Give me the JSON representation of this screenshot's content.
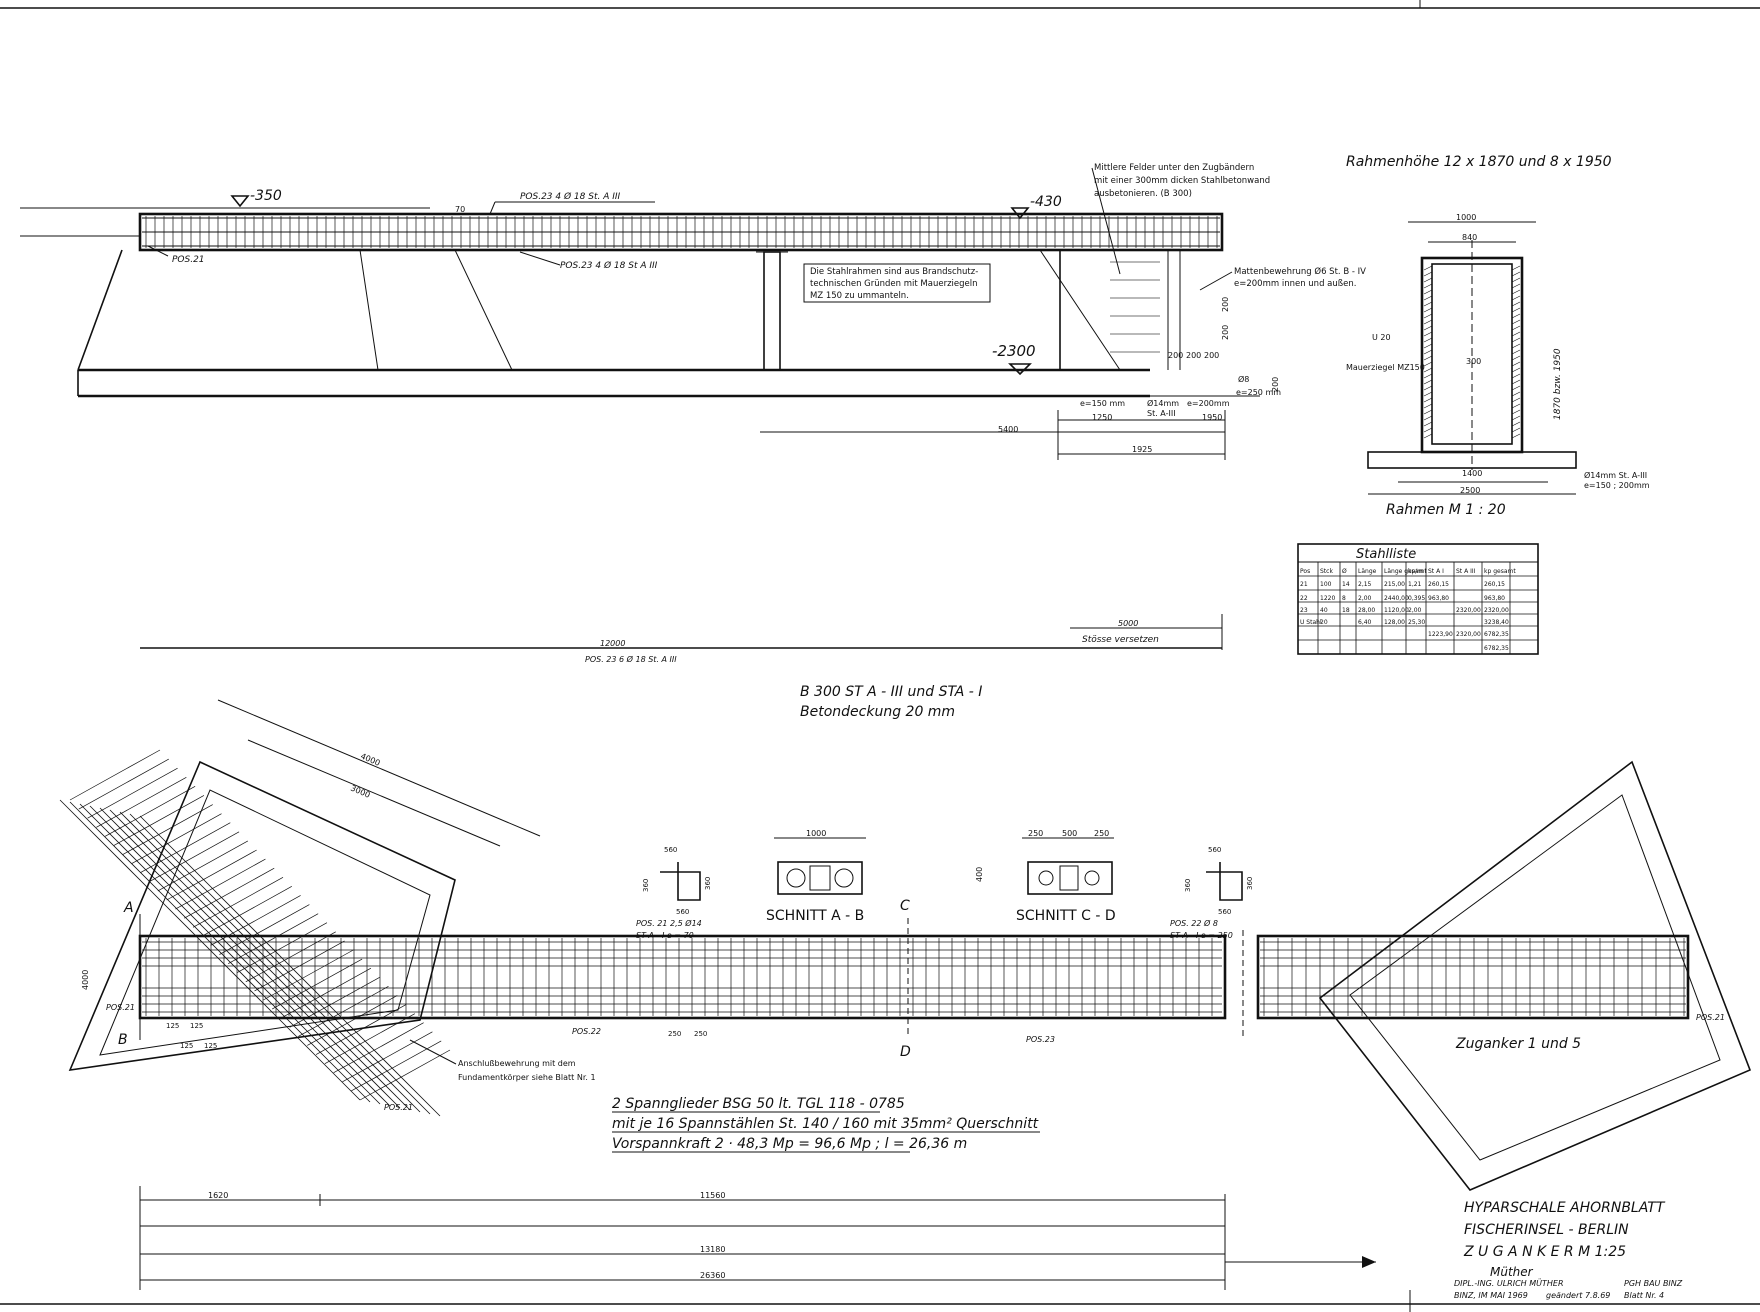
{
  "elevation": {
    "levels": [
      "-350",
      "-430",
      "-2300"
    ],
    "rebar_top": "POS.23   4 Ø 18   St. A III",
    "rebar_mid": "POS.23   4 Ø 18   St A III",
    "pos21": "POS.21",
    "dim_small": "70",
    "note_stahlrahmen": [
      "Die Stahlrahmen sind aus Brandschutz-",
      "technischen Gründen mit Mauerziegeln",
      "MZ 150 zu ummanteln."
    ],
    "note_felder": [
      "Mittlere Felder unter den Zugbändern",
      "mit einer 300mm dicken Stahlbetonwand",
      "ausbetonieren. (B 300)"
    ],
    "note_matten": [
      "Mattenbewehrung Ø6 St. B - IV",
      "e=200mm innen und außen."
    ],
    "dims_wall": [
      "200",
      "200",
      "200",
      "200",
      "200",
      "200"
    ],
    "bar_spec": [
      "e=150 mm",
      "Ø14mm",
      "e=200mm",
      "St. A-III",
      "Ø8",
      "e=250 mm"
    ],
    "dims_bottom": [
      "1250",
      "1950",
      "5400",
      "1925",
      "200"
    ],
    "dims_long": [
      "12000",
      "5000"
    ],
    "stoesse": "Stösse   versetzen",
    "pos23_long": "POS. 23   6 Ø 18   St. A III"
  },
  "rahmen": {
    "heading": "Rahmenhöhe  12 x 1870 und  8 x 1950",
    "dims": [
      "1000",
      "840",
      "1400",
      "2500",
      "300",
      "1870  bzw.  1950"
    ],
    "labels": [
      "U 20",
      "Mauerziegel MZ150"
    ],
    "rebar": [
      "Ø14mm  St. A-III",
      "e=150 ; 200mm"
    ],
    "title": "Rahmen   M   1 : 20"
  },
  "stahlliste": {
    "title": "Stahlliste",
    "headers": [
      "Pos",
      "Stck",
      "Ø",
      "Länge",
      "Länge gesamt",
      "kp/m",
      "St A I",
      "St A III",
      "kp gesamt"
    ],
    "rows": [
      [
        "21",
        "100",
        "14",
        "2,15",
        "215,00",
        "1,21",
        "260,15",
        "",
        "260,15"
      ],
      [
        "22",
        "1220",
        "8",
        "2,00",
        "2440,00",
        "0,395",
        "963,80",
        "",
        "963,80"
      ],
      [
        "23",
        "40",
        "18",
        "28,00",
        "1120,00",
        "2,00",
        "",
        "2320,00",
        "2320,00"
      ],
      [
        "U Stahl",
        "20",
        "",
        "6,40",
        "128,00",
        "25,30",
        "",
        "",
        "3238,40"
      ],
      [
        "",
        "",
        "",
        "",
        "",
        "",
        "1223,90",
        "2320,00",
        "6782,35"
      ],
      [
        "",
        "",
        "",
        "",
        "",
        "",
        "",
        "",
        "6782,35"
      ]
    ]
  },
  "concrete_notes": [
    "B 300   ST A - III  und  STA - I",
    "Betondeckung   20 mm"
  ],
  "plan": {
    "dims_diag": [
      "4000",
      "3000"
    ],
    "dim_side": "4000",
    "labels": [
      "A",
      "B",
      "C",
      "D",
      "POS.21",
      "POS.22",
      "POS.23",
      "POS.21"
    ],
    "small_dims": [
      "125",
      "125",
      "125",
      "125",
      "250",
      "250"
    ],
    "anschluss": [
      "Anschlußbewehrung mit dem",
      "Fundamentkörper siehe Blatt Nr. 1"
    ],
    "detail_left": [
      "560",
      "360",
      "560",
      "360",
      "POS. 21   2,5  Ø14",
      "ST A - I    e = 70"
    ],
    "detail_right": [
      "560",
      "360",
      "560",
      "360",
      "POS. 22   Ø 8",
      "ST A - I  e = 250"
    ],
    "schnitt_ab": "SCHNITT   A - B",
    "schnitt_cd": "SCHNITT   C - D",
    "schnitt_ab_dim": "1000",
    "schnitt_cd_dims": [
      "250",
      "500",
      "250"
    ],
    "schnitt_cd_side": "400",
    "zuganker_label": "Zuganker   1 und 5",
    "spann": [
      "2 Spannglieder  BSG 50  lt. TGL  118 - 0785",
      "mit je  16 Spannstählen  St. 140 / 160  mit 35mm² Querschnitt",
      "Vorspannkraft   2 · 48,3 Mp = 96,6 Mp ; l = 26,36 m"
    ],
    "dims_long": [
      "1620",
      "11560",
      "13180",
      "26360"
    ]
  },
  "titleblock": {
    "lines": [
      "HYPARSCHALE   AHORNBLATT",
      "FISCHERINSEL - BERLIN",
      "Z U G A N K E R        M 1:25"
    ],
    "signature": "Müther",
    "author": "DIPL.-ING. ULRICH MÜTHER",
    "place_date": "BINZ, IM MAI 1969",
    "changed": "geändert 7.8.69",
    "firm": "PGH  BAU  BINZ",
    "sheet": "Blatt  Nr. 4"
  }
}
